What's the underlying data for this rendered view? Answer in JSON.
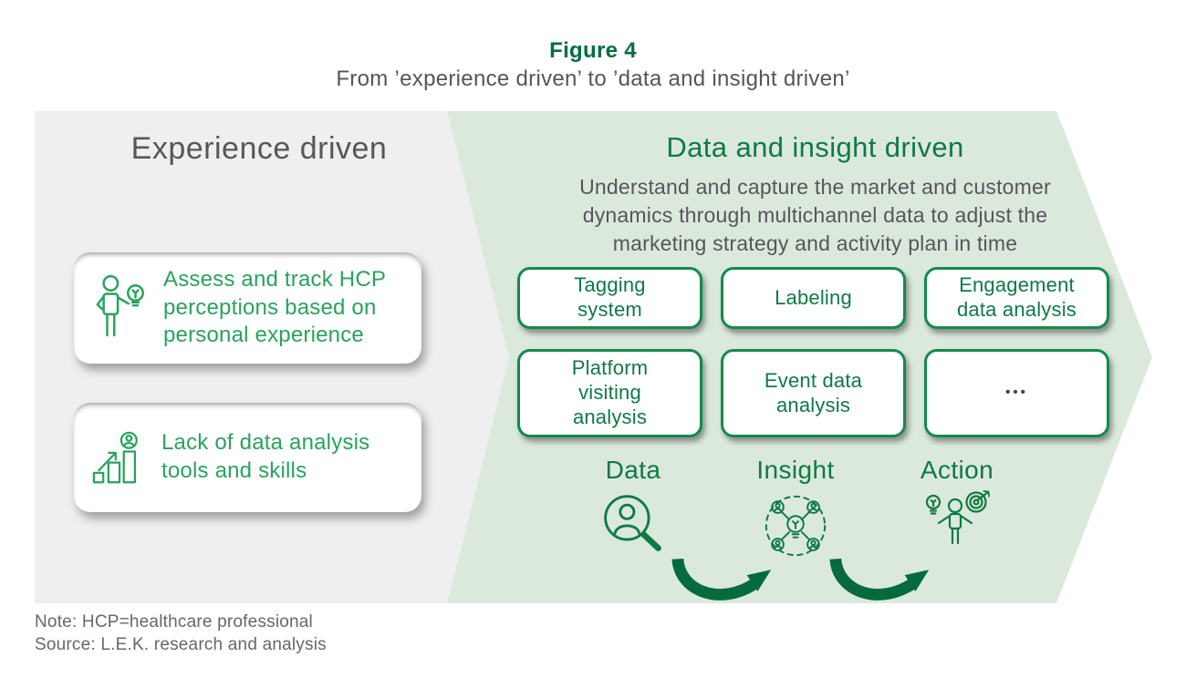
{
  "figure": {
    "label": "Figure 4",
    "title": "From ’experience driven’ to ’data and insight driven’"
  },
  "left_panel": {
    "title": "Experience driven",
    "cards": [
      {
        "icon": "person-lightbulb-icon",
        "text": "Assess and track HCP\nperceptions based on\npersonal experience"
      },
      {
        "icon": "growth-chart-person-icon",
        "text": "Lack of data analysis\ntools and skills"
      }
    ]
  },
  "right_panel": {
    "title": "Data and insight driven",
    "subtitle": "Understand and capture the market and customer\ndynamics through multichannel data to adjust the\nmarketing strategy and activity plan in time",
    "boxes": [
      "Tagging\nsystem",
      "Labeling",
      "Engagement\ndata analysis",
      "Platform\nvisiting\nanalysis",
      "Event data\nanalysis",
      "•••"
    ],
    "flow": [
      {
        "label": "Data",
        "icon": "magnifier-person-icon"
      },
      {
        "label": "Insight",
        "icon": "network-lightbulb-icon"
      },
      {
        "label": "Action",
        "icon": "person-target-icon"
      }
    ]
  },
  "footer": {
    "note": "Note: HCP=healthcare professional",
    "source": "Source: L.E.K. research and analysis"
  },
  "colors": {
    "brand_green": "#006e3e",
    "dark_green": "#0e7a45",
    "medium_green": "#2aa35c",
    "deep_green": "#056a3e",
    "panel_green": "#dbe9dc",
    "panel_gray": "#efeff0",
    "text_gray": "#55565a",
    "footer_gray": "#66676b"
  }
}
